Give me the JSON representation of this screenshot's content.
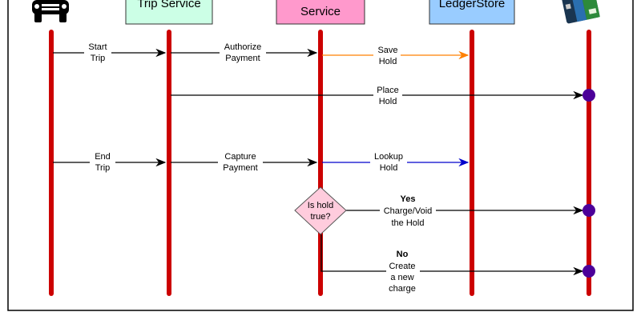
{
  "participants": [
    {
      "name": "",
      "icon": "car-icon"
    },
    {
      "name": "Trip Service",
      "color": "#ccffe6"
    },
    {
      "name": "Service",
      "color": "#ff99cc"
    },
    {
      "name": "LedgerStore",
      "color": "#99ccff"
    },
    {
      "name": "",
      "icon": "credit-card-icon"
    }
  ],
  "colors": {
    "lifeline": "#cc0000",
    "dot": "#4c0099",
    "save_arrow": "#ff8000",
    "lookup_arrow": "#0000cc",
    "decision": "#ffccdd"
  },
  "messages": {
    "start_trip": [
      "Start",
      "Trip"
    ],
    "authorize_payment": [
      "Authorize",
      "Payment"
    ],
    "save_hold": [
      "Save",
      "Hold"
    ],
    "place_hold": [
      "Place",
      "Hold"
    ],
    "end_trip": [
      "End",
      "Trip"
    ],
    "capture_payment": [
      "Capture",
      "Payment"
    ],
    "lookup_hold": [
      "Lookup",
      "Hold"
    ]
  },
  "decision": {
    "question": [
      "Is hold",
      "true?"
    ],
    "yes_label": "Yes",
    "yes_action": [
      "Charge/Void",
      "the Hold"
    ],
    "no_label": "No",
    "no_action": [
      "Create",
      "a new",
      "charge"
    ]
  }
}
